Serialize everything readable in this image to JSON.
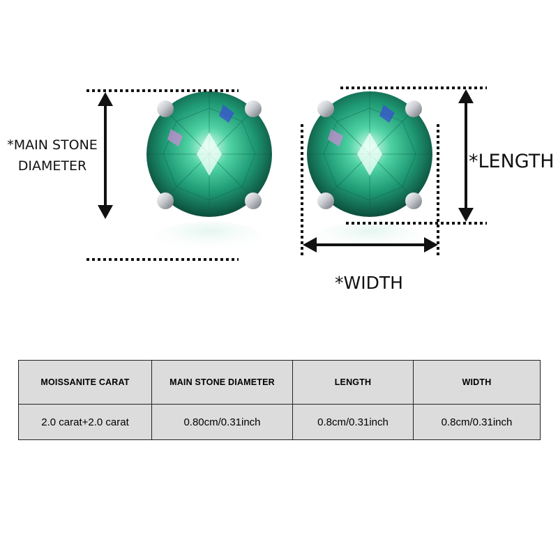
{
  "colors": {
    "stone_primary": "#2fb38a",
    "stone_dark": "#0c5a44",
    "stone_light": "#b8f0d8",
    "metal": "#c8cbd0",
    "table_bg": "#dcdcdc",
    "border": "#222222"
  },
  "labels": {
    "main_stone_diameter_line1": "*MAIN STONE",
    "main_stone_diameter_line2": "DIAMETER",
    "length": "*LENGTH",
    "width": "*WIDTH"
  },
  "table": {
    "headers": [
      "MOISSANITE CARAT",
      "MAIN STONE DIAMETER",
      "LENGTH",
      "WIDTH"
    ],
    "rows": [
      [
        "2.0 carat+2.0 carat",
        "0.80cm/0.31inch",
        "0.8cm/0.31inch",
        "0.8cm/0.31inch"
      ]
    ]
  }
}
